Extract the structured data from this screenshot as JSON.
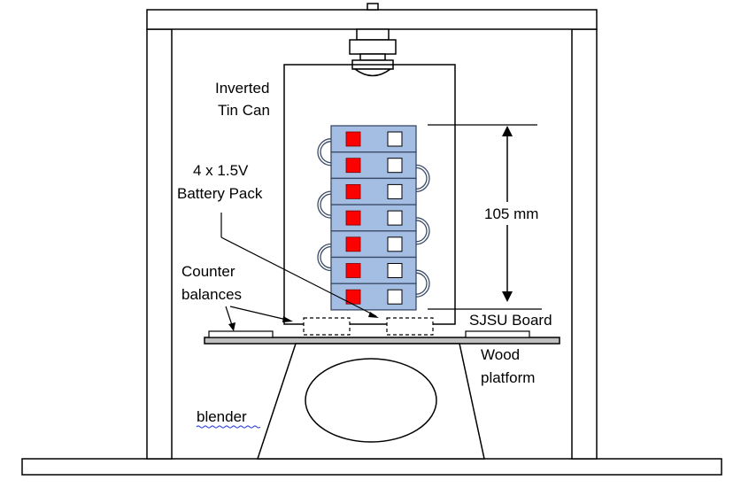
{
  "labels": {
    "tin_can": [
      "Inverted",
      "Tin Can"
    ],
    "battery_pack": [
      "4 x 1.5V",
      "Battery Pack"
    ],
    "dimension": "105 mm",
    "counter_balances": [
      "Counter",
      "balances"
    ],
    "sjsu_board": "SJSU Board",
    "wood_platform": [
      "Wood",
      "platform"
    ],
    "blender": "blender"
  },
  "colors": {
    "battery_fill": "#a3bde3",
    "battery_stroke": "#3b4a66",
    "red_terminal": "#ff0000",
    "platform_fill": "#bfbfbf",
    "outline": "#000000",
    "spellcheck_underline": "#3a4fd9"
  }
}
